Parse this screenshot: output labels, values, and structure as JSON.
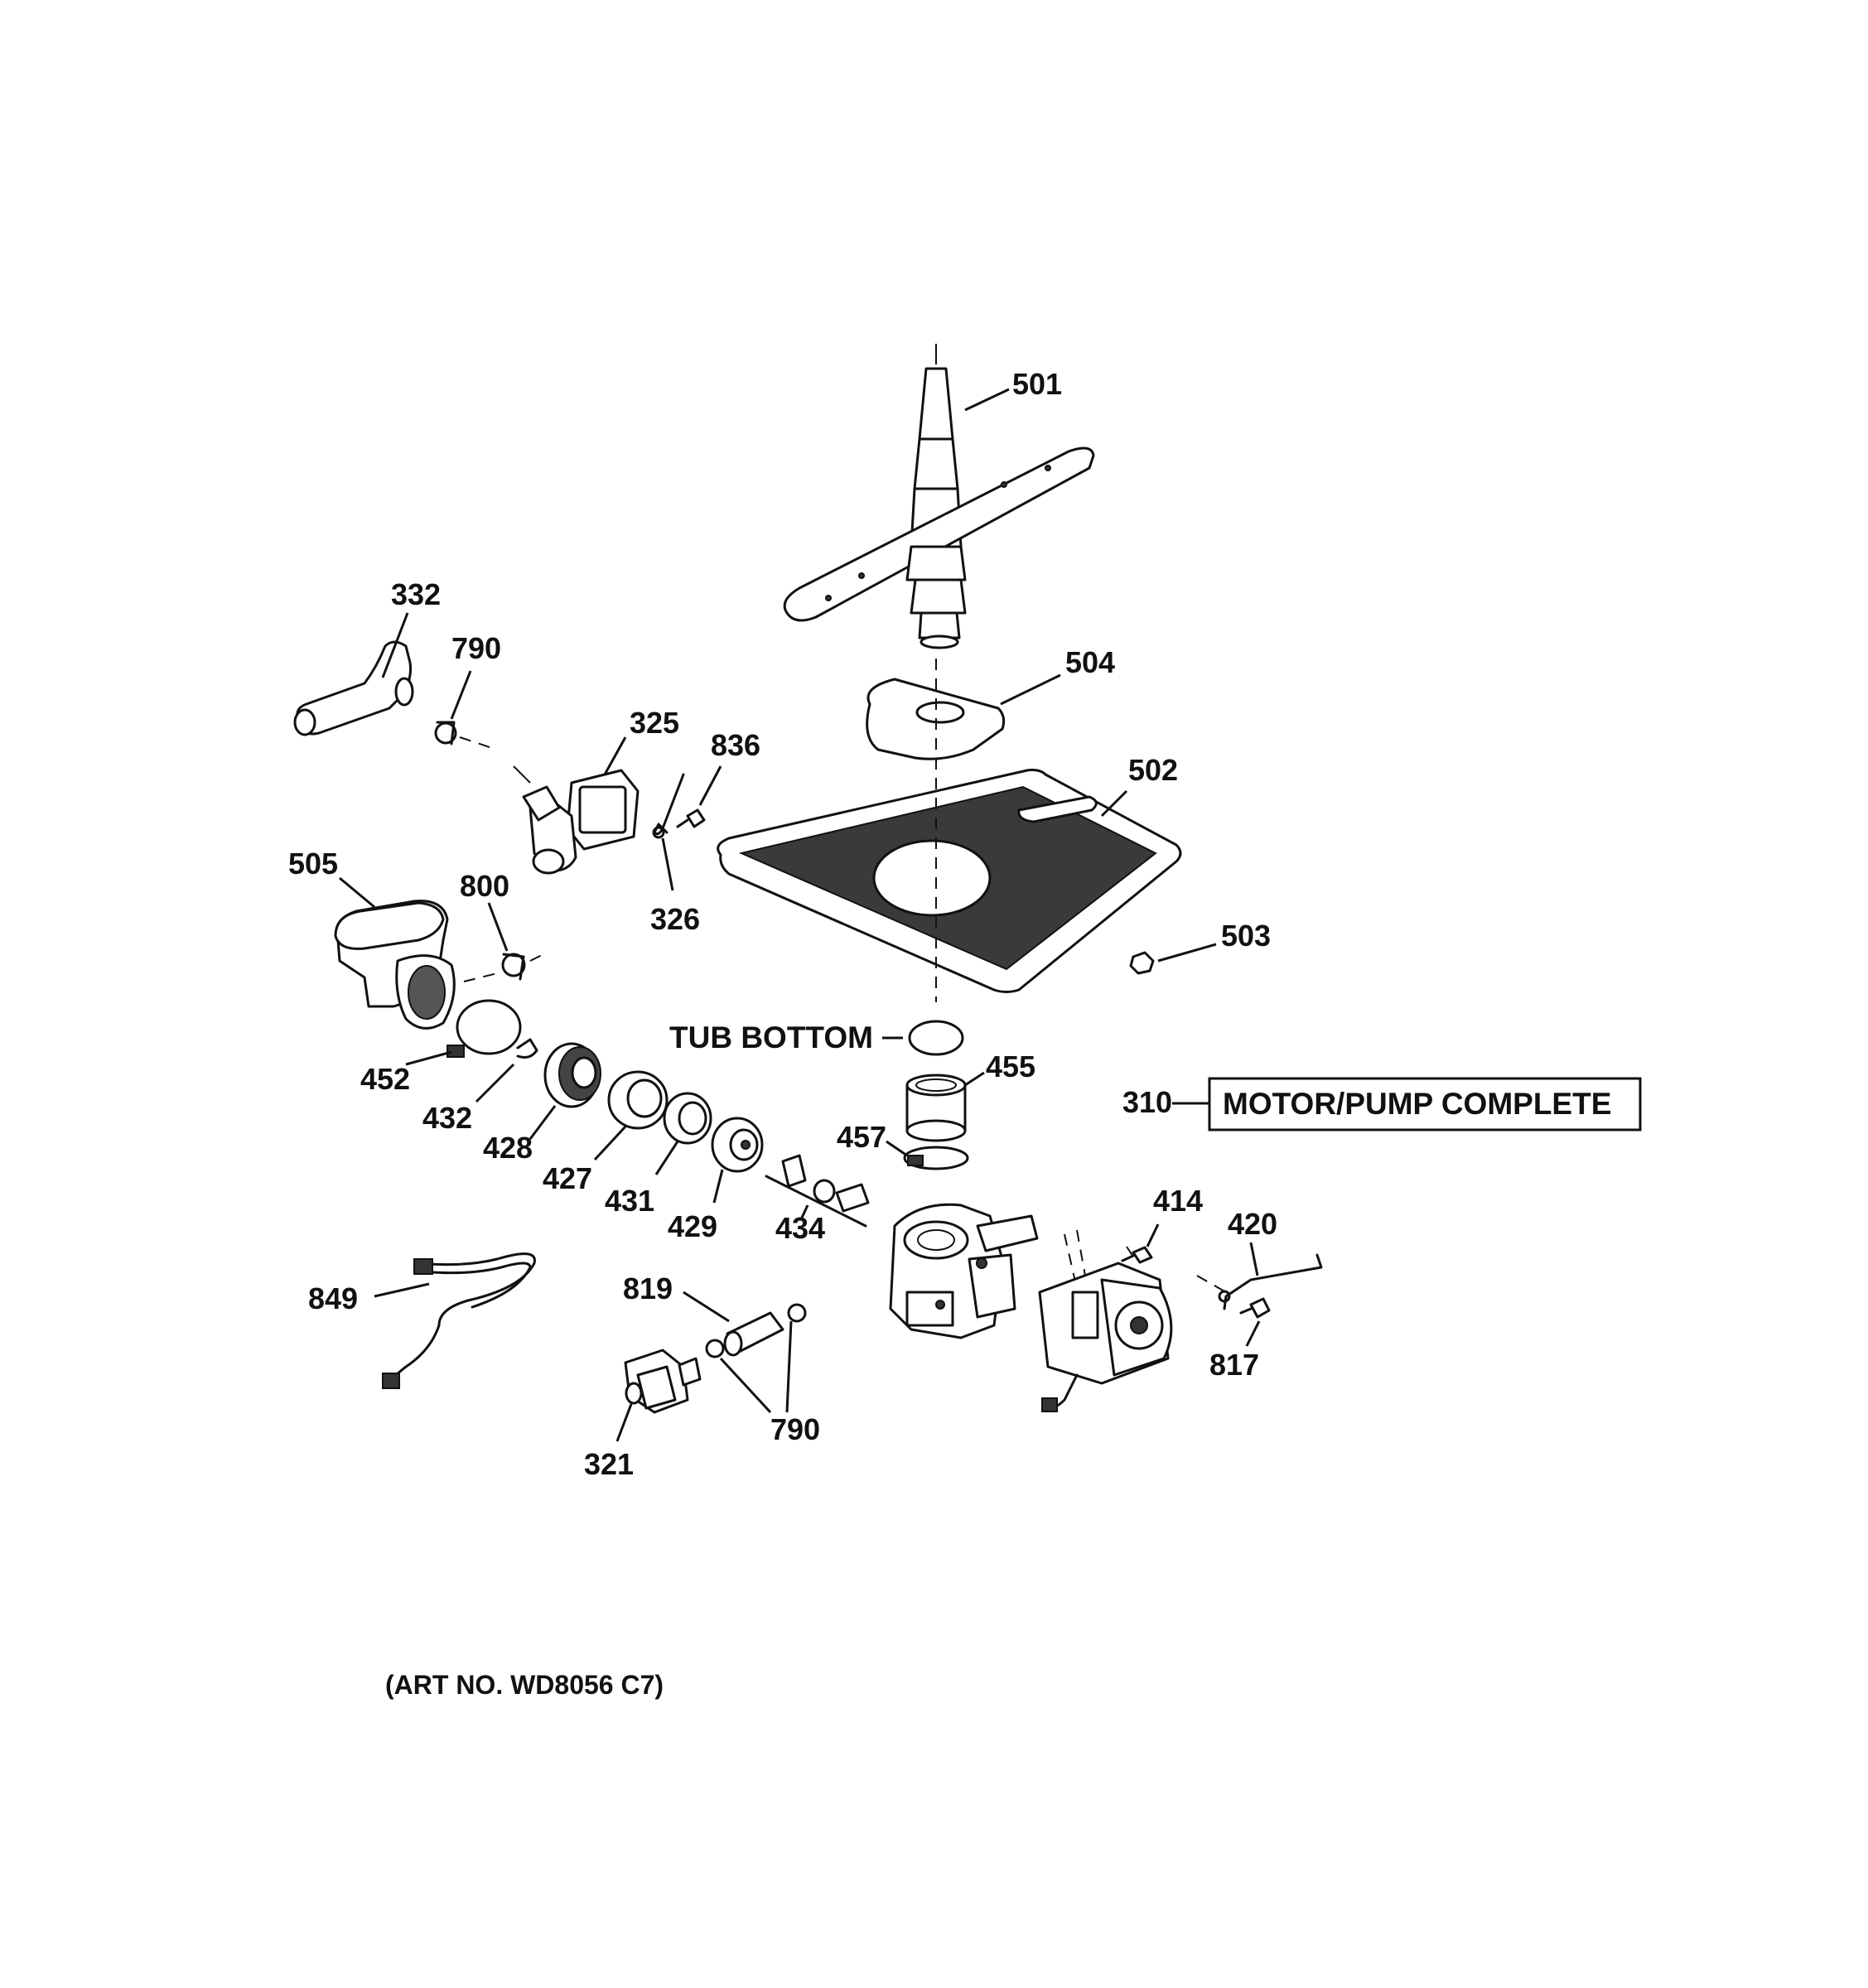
{
  "diagram": {
    "tub_bottom_label": "TUB BOTTOM",
    "motor_pump": {
      "part_number": "310",
      "label": "MOTOR/PUMP COMPLETE"
    },
    "art_number": "(ART NO. WD8056 C7)",
    "parts": {
      "p501": "501",
      "p504": "504",
      "p502": "502",
      "p503": "503",
      "p455": "455",
      "p457": "457",
      "p332": "332",
      "p790a": "790",
      "p325": "325",
      "p836": "836",
      "p326": "326",
      "p505": "505",
      "p800": "800",
      "p452": "452",
      "p432": "432",
      "p428": "428",
      "p427": "427",
      "p431": "431",
      "p429": "429",
      "p434": "434",
      "p414": "414",
      "p420": "420",
      "p817": "817",
      "p849": "849",
      "p819": "819",
      "p790b": "790",
      "p321": "321"
    }
  }
}
